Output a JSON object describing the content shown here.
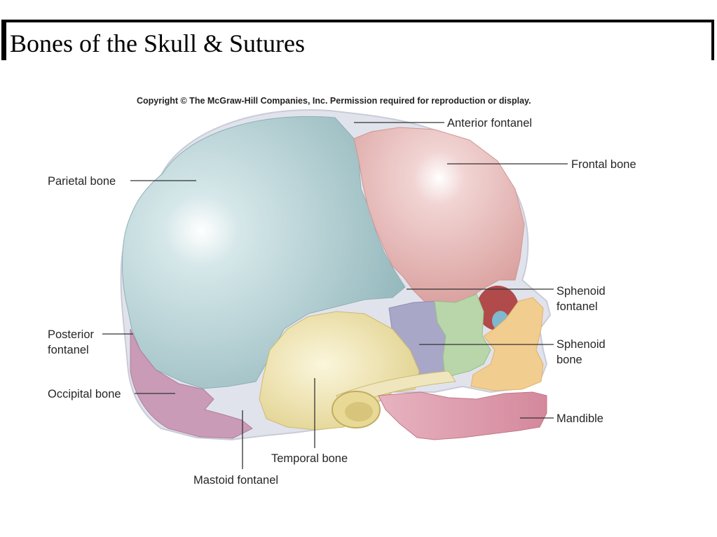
{
  "slide": {
    "title": "Bones of the Skull & Sutures"
  },
  "figure": {
    "copyright": "Copyright © The McGraw-Hill Companies, Inc. Permission required for reproduction or display.",
    "labels": {
      "anterior_fontanel": "Anterior fontanel",
      "frontal_bone": "Frontal bone",
      "parietal_bone": "Parietal bone",
      "sphenoid_fontanel_line1": "Sphenoid",
      "sphenoid_fontanel_line2": "fontanel",
      "posterior_fontanel_line1": "Posterior",
      "posterior_fontanel_line2": "fontanel",
      "sphenoid_bone_line1": "Sphenoid",
      "sphenoid_bone_line2": "bone",
      "occipital_bone": "Occipital bone",
      "mandible": "Mandible",
      "temporal_bone": "Temporal bone",
      "mastoid_fontanel": "Mastoid fontanel"
    },
    "colors": {
      "parietal": "#a9c8cc",
      "frontal": "#e3b3b1",
      "temporal": "#ece0a3",
      "occipital": "#c89cb6",
      "sphenoid": "#a8a8c9",
      "zygomatic": "#b7d6a8",
      "maxilla": "#f1cf93",
      "mandible": "#dc9bac",
      "fontanel": "#dfe1e9"
    }
  }
}
